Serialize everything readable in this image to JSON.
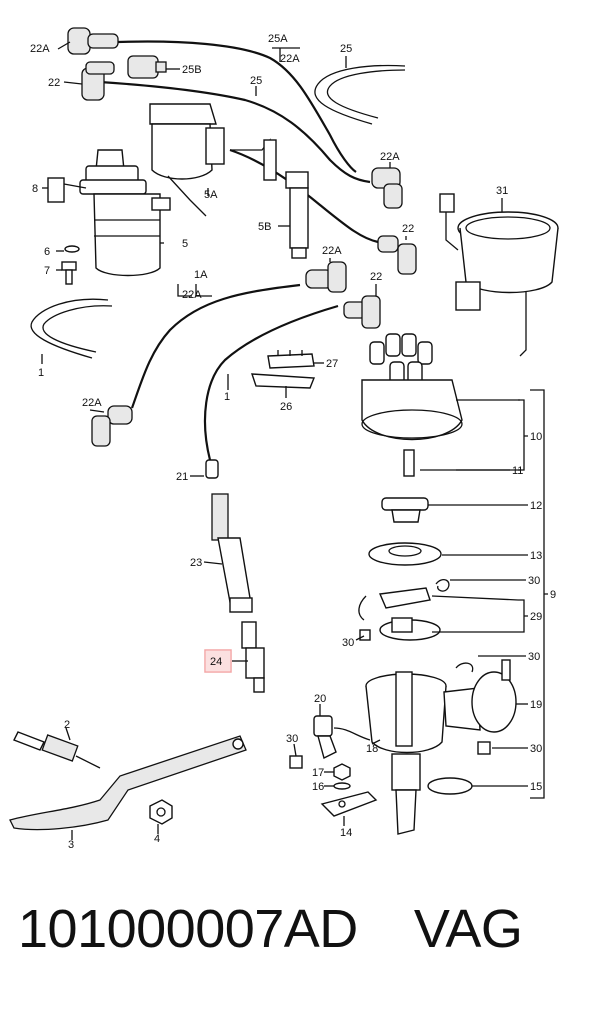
{
  "callouts": {
    "c22A_tl": "22A",
    "c22_tl": "22",
    "c25B": "25B",
    "c25A": "25A",
    "c22A_top": "22A",
    "c25_top": "25",
    "c25_mid": "25",
    "c8": "8",
    "c5A": "5A",
    "c22A_r": "22A",
    "c31": "31",
    "c5B": "5B",
    "c22_r": "22",
    "c6": "6",
    "c5": "5",
    "c7": "7",
    "c22A_m": "22A",
    "c1A": "1A",
    "c22A_1A": "22A",
    "c22_m": "22",
    "c1_l": "1",
    "c27": "27",
    "c1_m": "1",
    "c26": "26",
    "c22A_bl": "22A",
    "c10": "10",
    "c21": "21",
    "c11": "11",
    "c12": "12",
    "c23": "23",
    "c13": "13",
    "c30_a": "30",
    "c9": "9",
    "c29": "29",
    "c30_b": "30",
    "c24": "24",
    "c30_c": "30",
    "c20": "20",
    "c19": "19",
    "c2": "2",
    "c18": "18",
    "c30_d": "30",
    "c30_e": "30",
    "c17": "17",
    "c16": "16",
    "c15": "15",
    "c3": "3",
    "c4": "4",
    "c14": "14"
  },
  "footer": {
    "part_number": "101000007AD",
    "brand": "VAG"
  },
  "highlight_color": "#f4a6a6"
}
